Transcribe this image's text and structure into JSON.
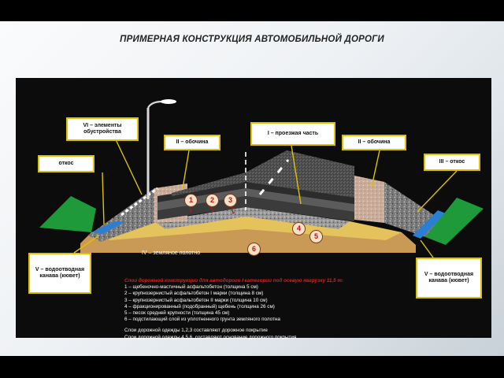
{
  "slide": {
    "title": "ПРИМЕРНАЯ КОНСТРУКЦИЯ АВТОМОБИЛЬНОЙ ДОРОГИ"
  },
  "labels": {
    "elements": "VI – элементы обустройства",
    "carriageway": "I – проезжая часть",
    "shoulder_left": "II – обочина",
    "shoulder_right": "II – обочина",
    "slope_left": "откос",
    "slope_right": "III – откос",
    "ditch_left": "V – водоотводная канава (кювет)",
    "ditch_right": "V – водоотводная канава (кювет)",
    "subgrade": "IV – земляное полотно"
  },
  "numbers": [
    "1",
    "2",
    "3",
    "4",
    "5",
    "6"
  ],
  "legend": {
    "heading": "Слои дорожной конструкции для автодороги I категории под осевую нагрузку 11,5 т:",
    "items": [
      "1 – щебеночно-мастичный асфальтобетон (толщина 5 см)",
      "2 – крупнозернистый асфальтобетон I марки (толщина 8 см)",
      "3 – крупнозернистый асфальтобетон II марки (толщина 10 см)",
      "4 – фракционированный (подобранный) щебень (толщина 26 см)",
      "5 – песок средней крупности (толщина 45 см)",
      "6 – подстилающий слой из уплотненного грунта земляного полотна"
    ],
    "note1": "Слои дорожной одежды 1,2,3 составляют дорожное покрытие",
    "note2": "Слои дорожной одежды 4,5,6, составляют основание дорожного покрытия"
  },
  "colors": {
    "heading_red": "#e31b1b",
    "label_border": "#e0c100",
    "number_text": "#c01010",
    "grass": "#1f9a3a",
    "water": "#2a7fd4",
    "sand": "#e4c35c",
    "soil": "#c99a55"
  }
}
